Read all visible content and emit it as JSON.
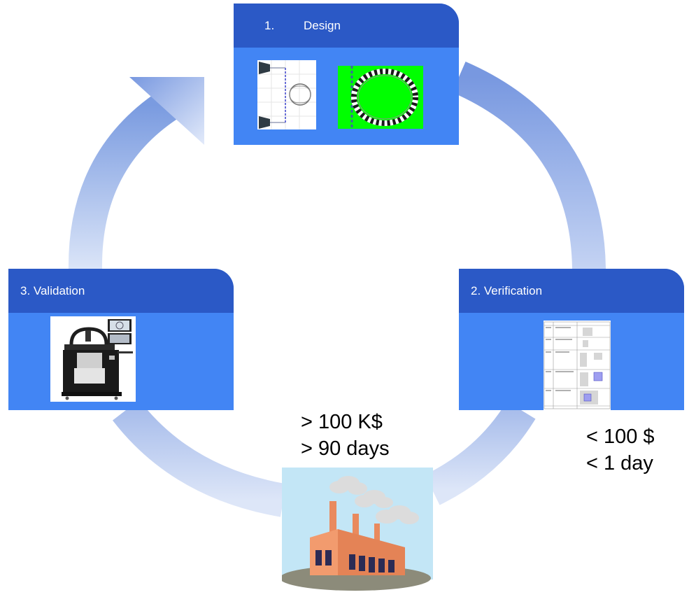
{
  "cards": {
    "design": {
      "number": "1.",
      "title": "Design"
    },
    "verification": {
      "title": "2. Verification"
    },
    "validation": {
      "title": "3. Validation"
    }
  },
  "annotations": {
    "fabrication_cost": "> 100 K$",
    "fabrication_time": "> 90 days",
    "verification_cost": "< 100 $",
    "verification_time": "< 1 day"
  },
  "icons": {
    "design_layout": "waveguide-ring-layout-image",
    "design_simulation": "ring-resonator-simulation-image",
    "verification_table": "design-rule-table-image",
    "validation_station": "probe-station-image",
    "factory": "factory-clipart"
  },
  "colors": {
    "card_body": "#4285f4",
    "card_header": "#2b59c6",
    "cycle_arrow": "#7a9be0",
    "simulation_background": "#00ff00"
  }
}
